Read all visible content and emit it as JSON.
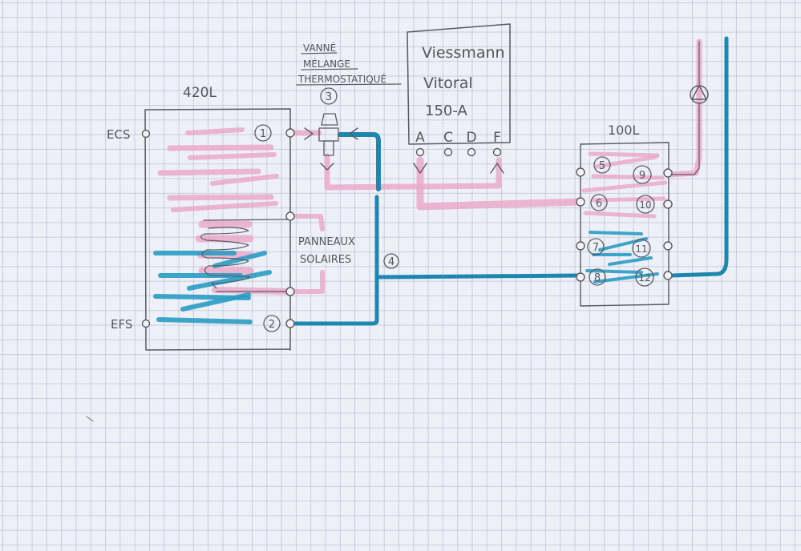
{
  "diagram": {
    "title": "Hot water system schematic",
    "colors": {
      "hot": "#eaa9c9",
      "cold": "#2a9cc4",
      "pen": "#5a5a62",
      "paper": "#eef0f7"
    },
    "tank_large": {
      "label": "420L",
      "inlet_label": "EFS",
      "outlet_label": "ECS",
      "solar_label_line1": "PANNEAUX",
      "solar_label_line2": "SOLAIRES",
      "ports": [
        "1",
        "2"
      ]
    },
    "valve": {
      "label_line1": "VANNÉ",
      "label_line2": "MÉLANGE",
      "label_line3": "THERMOSTATIQUÉ",
      "number": "3"
    },
    "boiler": {
      "line1": "Viessmann",
      "line2": "Vitoral",
      "line3": "150-A",
      "connections": [
        "A",
        "C",
        "D",
        "F"
      ]
    },
    "junction": {
      "number": "4"
    },
    "tank_small": {
      "label": "100L",
      "ports": [
        "5",
        "6",
        "7",
        "8",
        "9",
        "10",
        "11",
        "12"
      ]
    },
    "pump": {
      "icon": "pump-icon"
    }
  }
}
